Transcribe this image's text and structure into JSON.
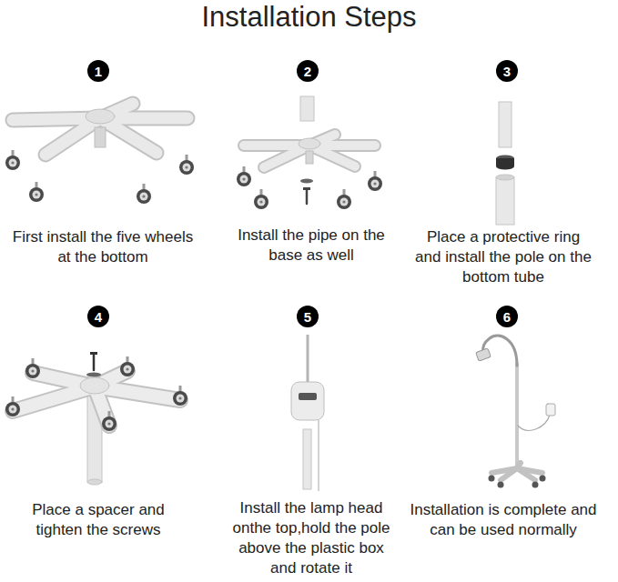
{
  "diagram": {
    "title": "Installation Steps",
    "nodes": [
      {
        "text": [
          "1"
        ]
      },
      {
        "text": [
          "2"
        ]
      },
      {
        "text": [
          "3"
        ]
      },
      {
        "text": [
          "4"
        ]
      },
      {
        "text": [
          "5"
        ]
      },
      {
        "text": [
          "6"
        ]
      }
    ],
    "labels": [
      "First install the five wheels at the bottom",
      "Install the pipe on the base as well",
      "Place a protective ring and install the pole on the bottom tube",
      "Place a spacer and tighten the screws",
      "Install the lamp head onthe top,hold the pole above the plastic box and rotate it",
      "Installation is complete and can be used normally"
    ]
  }
}
